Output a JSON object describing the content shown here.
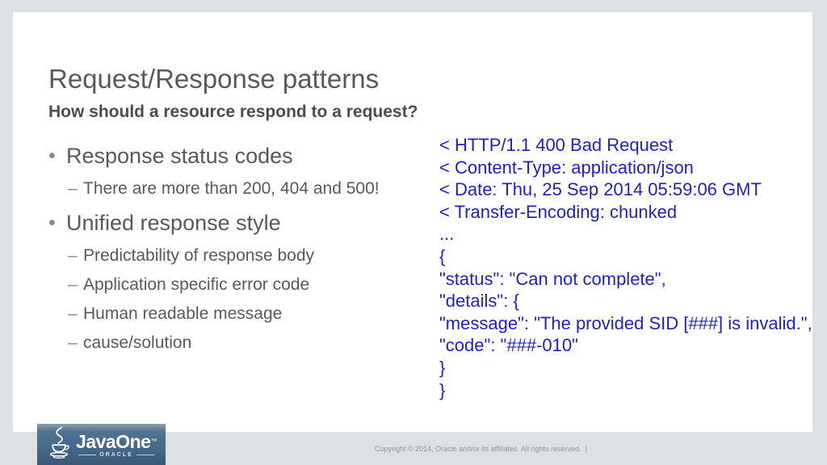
{
  "slide": {
    "title": "Request/Response patterns",
    "subtitle": "How should a resource respond to a request?",
    "bullets": [
      {
        "label": "Response status codes",
        "subs": [
          "There are more than 200, 404 and 500!"
        ]
      },
      {
        "label": "Unified response style",
        "subs": [
          "Predictability of response body",
          "Application specific error code",
          "Human readable message",
          "cause/solution"
        ]
      }
    ],
    "code_lines": [
      "< HTTP/1.1 400 Bad Request",
      "< Content-Type: application/json",
      "< Date: Thu, 25 Sep 2014 05:59:06 GMT",
      "< Transfer-Encoding: chunked",
      "...",
      "{",
      "\"status\": \"Can not complete\",",
      "\"details\": {",
      "\"message\": \"The provided SID [###] is invalid.\",",
      "\"code\": \"###-010\"",
      "}",
      "}"
    ],
    "colors": {
      "code_text": "#1f1fc4",
      "title_text": "#595959",
      "body_text": "#595959",
      "page_background": "#dce1e6",
      "logo_background": "#45688b"
    }
  },
  "footer": {
    "copyright": "Copyright © 2014, Oracle and/or its affiliates. All rights reserved.  |",
    "logo": {
      "brand": "JavaOne",
      "tm": "™",
      "subbrand": "ORACLE",
      "icon": "java-cup-icon"
    }
  }
}
